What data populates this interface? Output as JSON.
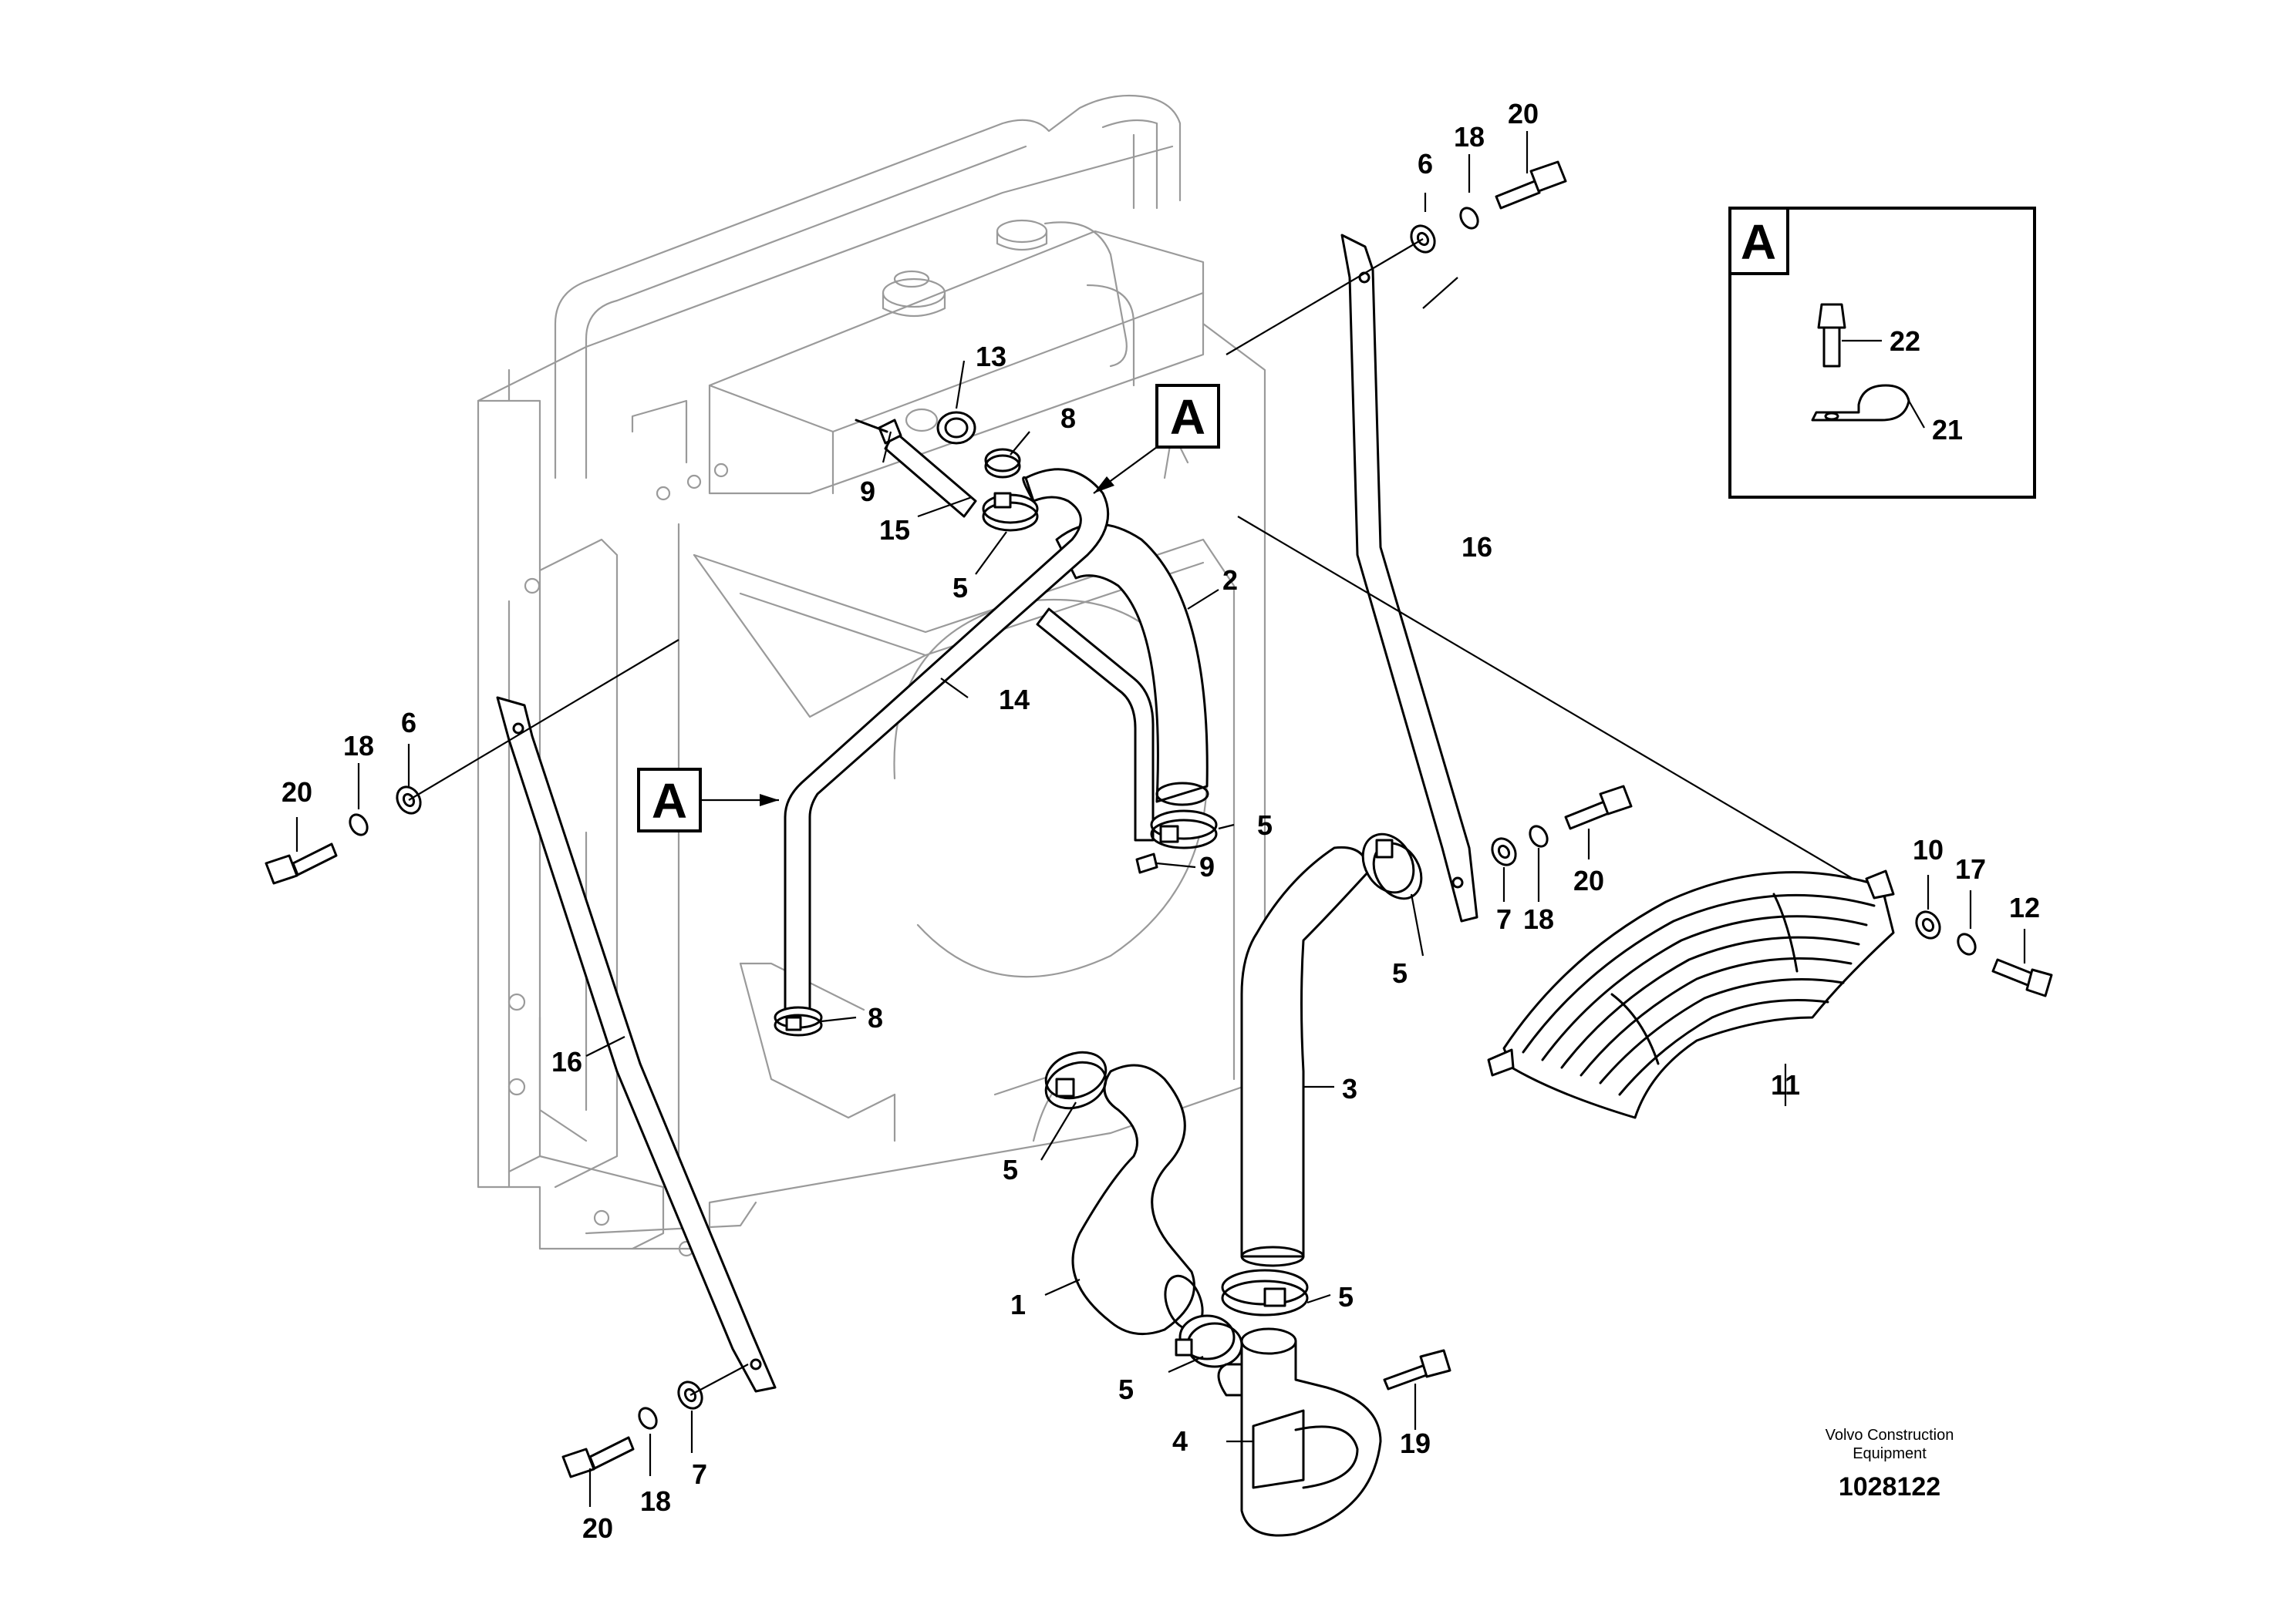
{
  "labels": {
    "n1": "1",
    "n2": "2",
    "n3": "3",
    "n4": "4",
    "n5a": "5",
    "n5b": "5",
    "n5c": "5",
    "n5d": "5",
    "n5e": "5",
    "n5f": "5",
    "n6a": "6",
    "n6b": "6",
    "n7a": "7",
    "n7b": "7",
    "n8a": "8",
    "n8b": "8",
    "n9a": "9",
    "n9b": "9",
    "n10": "10",
    "n11": "11",
    "n12": "12",
    "n13": "13",
    "n14": "14",
    "n15": "15",
    "n16a": "16",
    "n16b": "16",
    "n17": "17",
    "n18a": "18",
    "n18b": "18",
    "n18c": "18",
    "n19": "19",
    "n20a": "20",
    "n20b": "20",
    "n20c": "20",
    "n20d": "20",
    "n21": "21",
    "n22": "22"
  },
  "detail_refs": {
    "ref_a_top": "A",
    "ref_a_left": "A",
    "detail_box_letter": "A"
  },
  "footer": {
    "brand_line1": "Volvo Construction",
    "brand_line2": "Equipment",
    "drawing_number": "1028122"
  }
}
